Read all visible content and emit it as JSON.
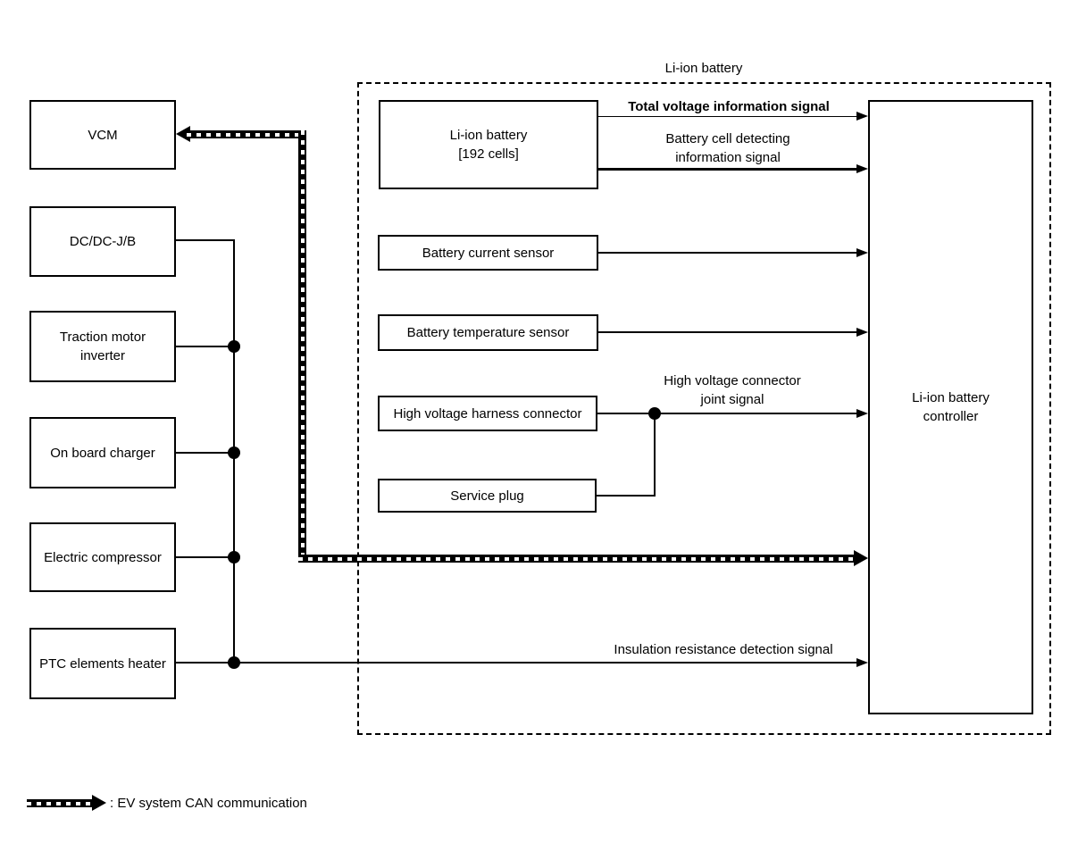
{
  "diagram": {
    "title": "Li-ion battery",
    "legend_can": ": EV system CAN communication"
  },
  "left_boxes": {
    "vcm": "VCM",
    "dcdc_jb": "DC/DC-J/B",
    "traction_line1": "Traction motor",
    "traction_line2": "inverter",
    "on_board_charger": "On board charger",
    "electric_compressor": "Electric compressor",
    "ptc_heater": "PTC elements heater"
  },
  "battery_boxes": {
    "li_ion_line1": "Li-ion battery",
    "li_ion_line2": "[192 cells]",
    "current_sensor": "Battery current sensor",
    "temperature_sensor": "Battery temperature sensor",
    "harness_connector": "High voltage harness connector",
    "service_plug": "Service plug",
    "controller_line1": "Li-ion battery",
    "controller_line2": "controller"
  },
  "signal_labels": {
    "total_voltage": "Total voltage information signal",
    "cell_detecting_line1": "Battery cell detecting",
    "cell_detecting_line2": "information signal",
    "hv_joint_line1": "High voltage connector",
    "hv_joint_line2": "joint signal",
    "insulation": "Insulation resistance detection signal"
  }
}
